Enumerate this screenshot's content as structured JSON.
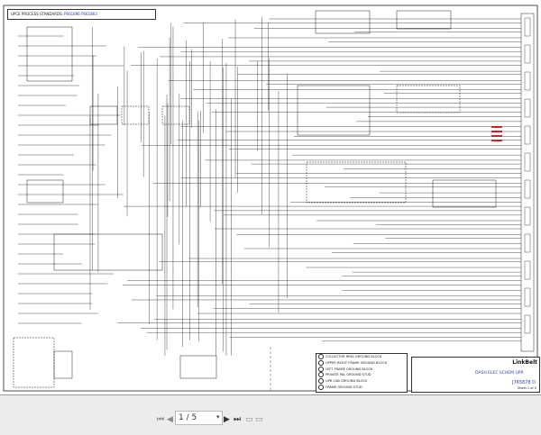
{
  "document": {
    "header_label": "UPCE PROCESS STANDARDS:",
    "header_standards": "PS61896  PS61863",
    "legend": [
      "COLLECTOR RING GROUND BLOCK",
      "UPPER RIGHT FRAME GROUND BLOCK",
      "LEFT FRAME GROUND BLOCK",
      "PRIVATE PAL GROUND STUD",
      "UPR CAB GROUND BLOCK",
      "FRAME GROUND STUD"
    ],
    "title_block": {
      "logo": "LinkBelt",
      "title": "DASH ELEC SCHEM UPR",
      "drawing_number": "J765878 D",
      "sheet": "Sheet 1 of 5"
    }
  },
  "toolbar": {
    "page_value": "1 / 5",
    "icons": [
      "first-page-icon",
      "prev-page-icon",
      "next-page-icon",
      "last-page-icon",
      "single-page-icon",
      "two-page-icon"
    ]
  },
  "colors": {
    "wire": "#222222",
    "accent_text": "#2a3fb0",
    "highlight": "#cc2222"
  }
}
